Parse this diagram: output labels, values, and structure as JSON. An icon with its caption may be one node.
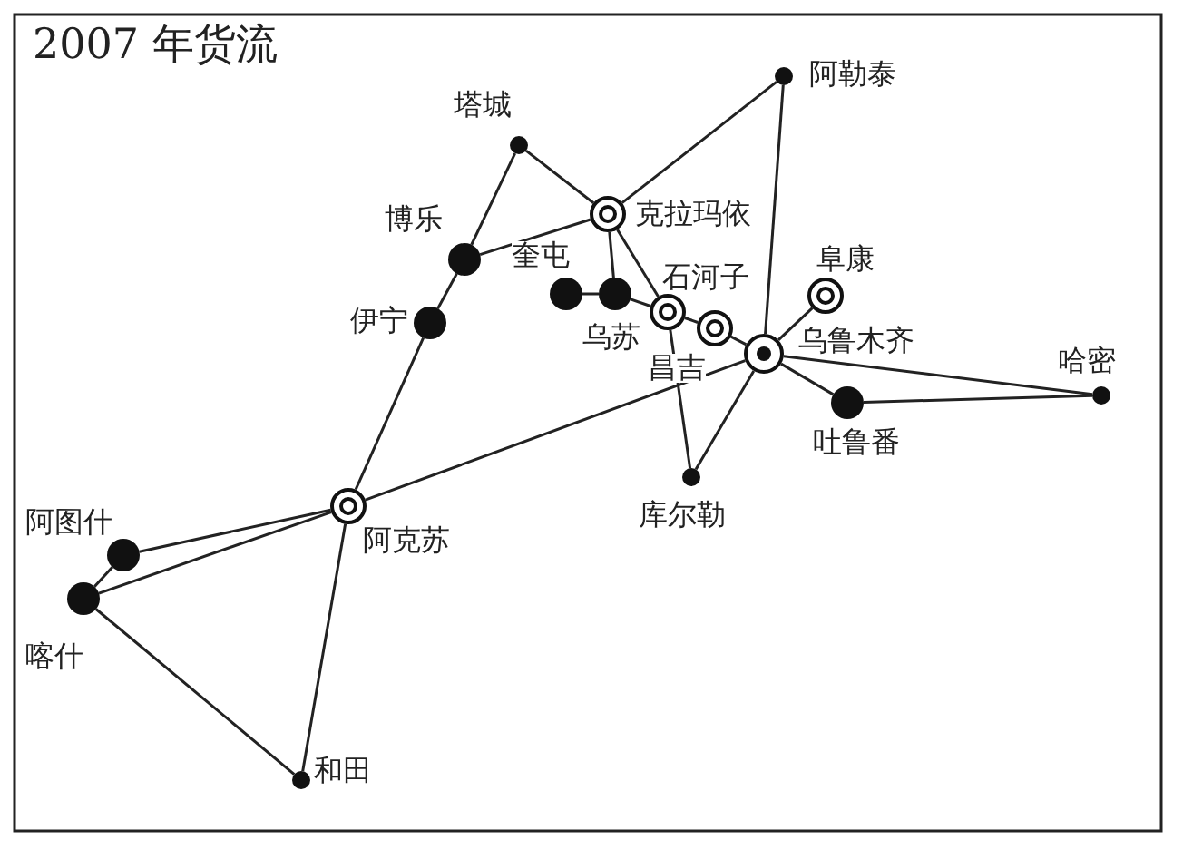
{
  "diagram": {
    "title": "2007 年货流",
    "nodes": [
      {
        "text": [],
        "shape": "circle",
        "beside": [
          "塔城"
        ]
      },
      {
        "text": [],
        "shape": "circle",
        "beside": [
          "阿勒泰"
        ]
      },
      {
        "text": [],
        "shape": "circle",
        "beside": [
          "克拉玛依"
        ]
      },
      {
        "text": [],
        "shape": "circle",
        "beside": [
          "博乐"
        ]
      },
      {
        "text": [],
        "shape": "circle",
        "beside": [
          "奎屯"
        ]
      },
      {
        "text": [],
        "shape": "circle",
        "beside": [
          "乌苏"
        ]
      },
      {
        "text": [],
        "shape": "circle",
        "beside": [
          "伊宁"
        ]
      },
      {
        "text": [],
        "shape": "circle",
        "beside": [
          "石河子"
        ]
      },
      {
        "text": [],
        "shape": "circle",
        "beside": [
          "阜康"
        ]
      },
      {
        "text": [],
        "shape": "circle",
        "beside": [
          "昌吉"
        ]
      },
      {
        "text": [],
        "shape": "circle",
        "beside": [
          "乌鲁木齐"
        ]
      },
      {
        "text": [],
        "shape": "circle",
        "beside": [
          "吐鲁番"
        ]
      },
      {
        "text": [],
        "shape": "circle",
        "beside": [
          "哈密"
        ]
      },
      {
        "text": [],
        "shape": "circle",
        "beside": [
          "库尔勒"
        ]
      },
      {
        "text": [],
        "shape": "circle",
        "beside": [
          "阿克苏"
        ]
      },
      {
        "text": [],
        "shape": "circle",
        "beside": [
          "阿图什"
        ]
      },
      {
        "text": [],
        "shape": "circle",
        "beside": [
          "喀什"
        ]
      },
      {
        "text": [],
        "shape": "circle",
        "beside": [
          "和田"
        ]
      }
    ],
    "edges": [
      {
        "from": 0,
        "to": 3,
        "arrow": "none"
      },
      {
        "from": 3,
        "to": 6,
        "arrow": "none"
      },
      {
        "from": 6,
        "to": 14,
        "arrow": "none"
      },
      {
        "from": 0,
        "to": 2,
        "arrow": "none"
      },
      {
        "from": 2,
        "to": 1,
        "arrow": "none"
      },
      {
        "from": 2,
        "to": 3,
        "arrow": "none"
      },
      {
        "from": 2,
        "to": 5,
        "arrow": "none"
      },
      {
        "from": 4,
        "to": 5,
        "arrow": "none"
      },
      {
        "from": 5,
        "to": 7,
        "arrow": "none"
      },
      {
        "from": 2,
        "to": 7,
        "arrow": "none"
      },
      {
        "from": 7,
        "to": 9,
        "arrow": "none"
      },
      {
        "from": 9,
        "to": 10,
        "arrow": "none"
      },
      {
        "from": 10,
        "to": 8,
        "arrow": "none"
      },
      {
        "from": 1,
        "to": 10,
        "arrow": "none"
      },
      {
        "from": 7,
        "to": 13,
        "arrow": "none"
      },
      {
        "from": 10,
        "to": 13,
        "arrow": "none"
      },
      {
        "from": 10,
        "to": 11,
        "arrow": "none"
      },
      {
        "from": 10,
        "to": 12,
        "arrow": "none"
      },
      {
        "from": 11,
        "to": 12,
        "arrow": "none"
      },
      {
        "from": 10,
        "to": 14,
        "arrow": "none"
      },
      {
        "from": 14,
        "to": 15,
        "arrow": "none"
      },
      {
        "from": 14,
        "to": 16,
        "arrow": "none"
      },
      {
        "from": 15,
        "to": 16,
        "arrow": "none"
      },
      {
        "from": 16,
        "to": 17,
        "arrow": "none"
      },
      {
        "from": 14,
        "to": 17,
        "arrow": "none"
      }
    ]
  }
}
